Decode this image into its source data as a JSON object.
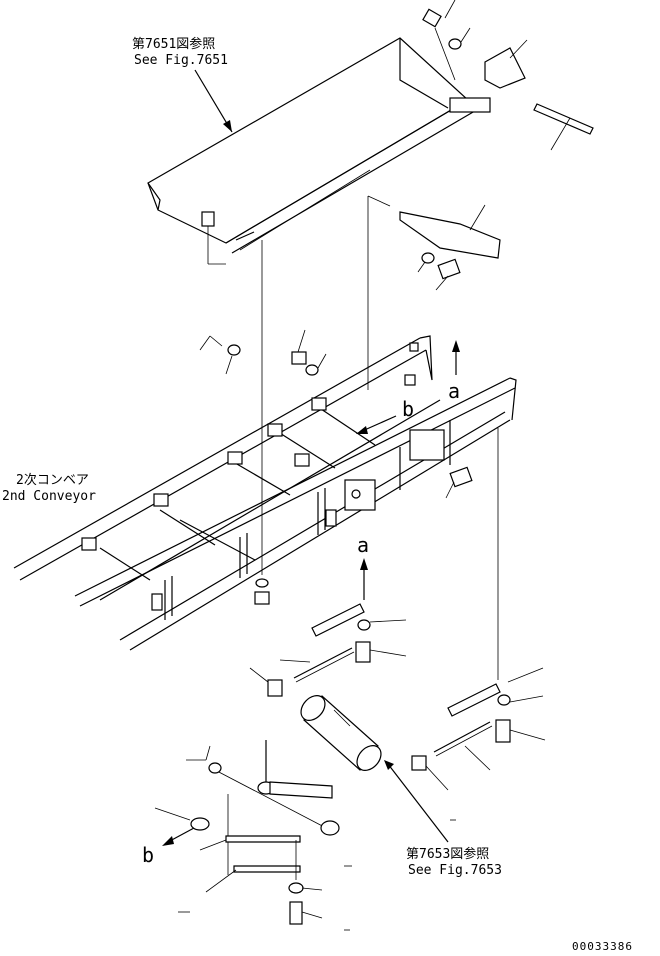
{
  "labels": {
    "ref_7651_jp": "第7651図参照",
    "ref_7651_en": "See Fig.7651",
    "conveyor_jp": "2次コンベア",
    "conveyor_en": "2nd Conveyor",
    "ref_7653_jp": "第7653図参照",
    "ref_7653_en": "See Fig.7653",
    "marker_a_top": "a",
    "marker_b_top": "b",
    "marker_a_mid": "a",
    "marker_b_bottom": "b",
    "drawing_number": "00033386"
  }
}
